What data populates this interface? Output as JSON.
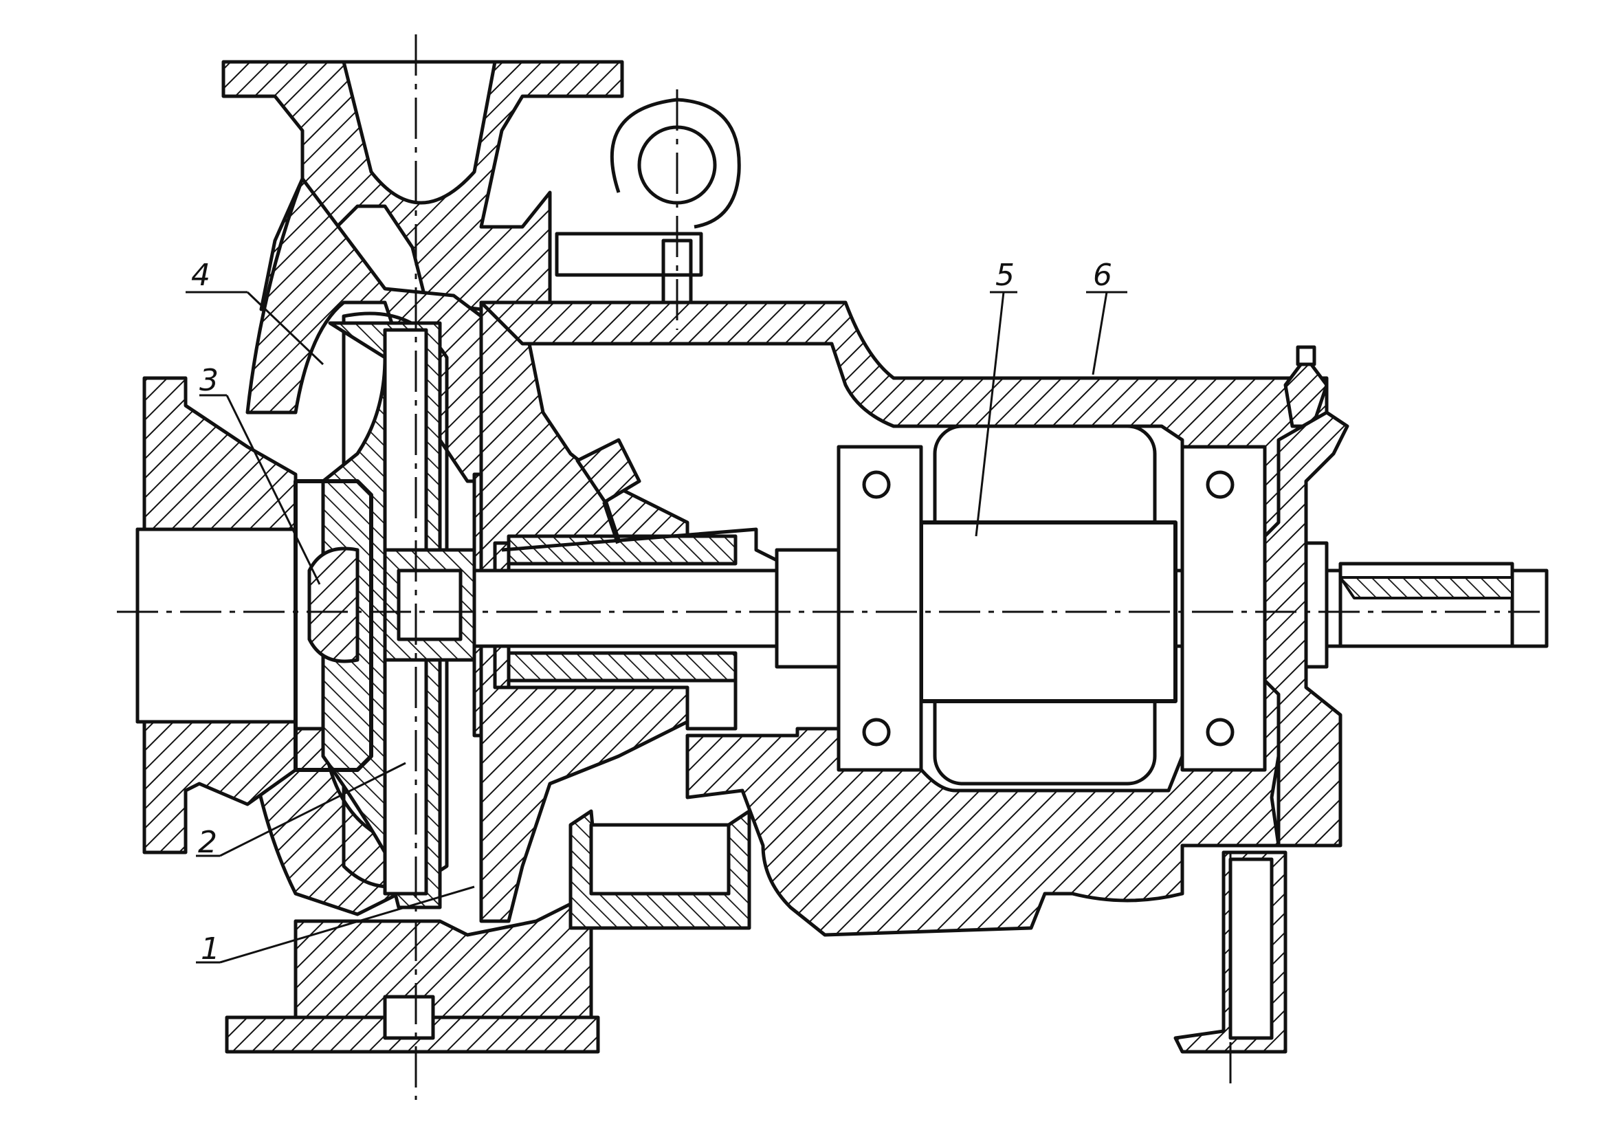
{
  "callouts": [
    {
      "id": "1",
      "label": "1"
    },
    {
      "id": "2",
      "label": "2"
    },
    {
      "id": "3",
      "label": "3"
    },
    {
      "id": "4",
      "label": "4"
    },
    {
      "id": "5",
      "label": "5"
    },
    {
      "id": "6",
      "label": "6"
    }
  ],
  "colors": {
    "ink": "#111111",
    "background": "#ffffff"
  }
}
